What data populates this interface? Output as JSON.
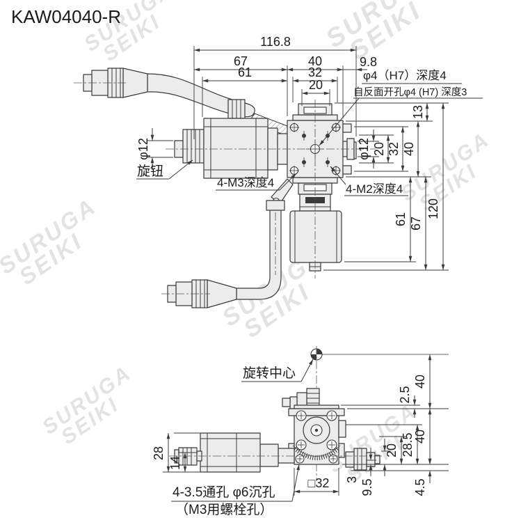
{
  "title": "KAW04040-R",
  "watermark": {
    "line1": "SURUGA",
    "line2": "SEIKI"
  },
  "top_view": {
    "dims": {
      "total_width": "116.8",
      "body_to_stage": "67",
      "stage_width": "40",
      "right_offset": "9.8",
      "motor_length": "61",
      "tab_width": "32",
      "slot_width": "20",
      "knob_left_dia": "φ12",
      "knob_right_dia": "φ12",
      "knob_pitch": "20",
      "mount_pitch": "32",
      "stage_depth": "40",
      "top_clearance": "13",
      "motor_below_len": "61",
      "motor_below_total": "67",
      "total_height": "120"
    },
    "labels": {
      "knob": "旋钮",
      "center_hole_line1": "φ4（H7）深度4",
      "center_hole_line2": "自反面开孔φ4 (H7) 深度3",
      "corner_holes": "4-M3深度4",
      "inner_holes": "4-M2深度4"
    }
  },
  "bottom_view": {
    "dims": {
      "center_height": "40",
      "step": "2.5",
      "body_height": "40",
      "mid_height": "28.5",
      "flange_height": "20",
      "rod_height": "9.5",
      "base_step": "3",
      "under_step": "4.5",
      "motor_height": "28",
      "knob_center_height": "14",
      "base_square": "□32"
    },
    "labels": {
      "rotation_center": "旋转中心",
      "bolt_note_line1": "4-3.5通孔 φ6沉孔",
      "bolt_note_line2": "（M3用螺栓孔）"
    }
  }
}
